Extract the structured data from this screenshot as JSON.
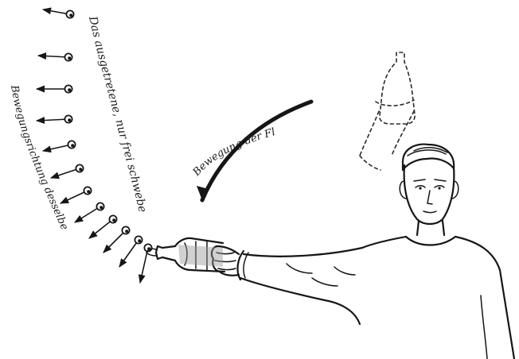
{
  "labels": {
    "water_text": "Das ausgetretene, nur frei schwebende Wasser",
    "direction_text": "Bewegungsrichtung desselben",
    "bottle_motion_text": "Bewegung der Flasche"
  },
  "colors": {
    "ink": "#161616",
    "background": "#ffffff"
  }
}
